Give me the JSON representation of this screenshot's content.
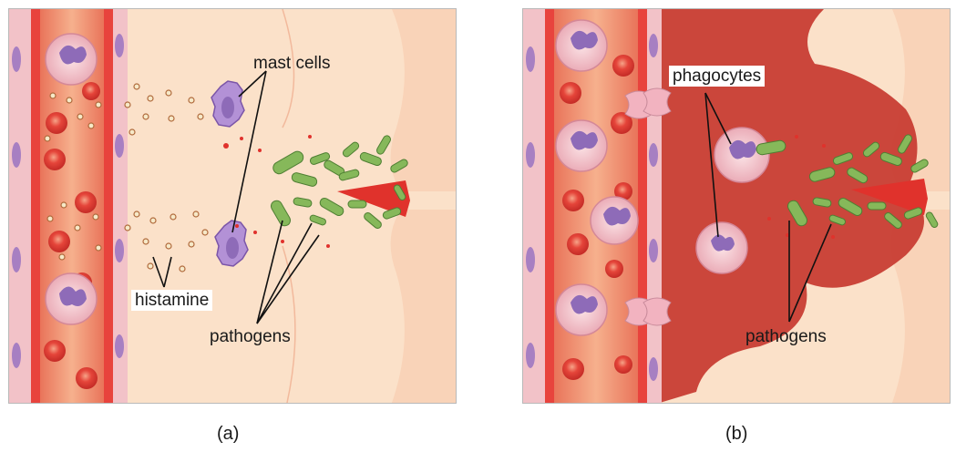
{
  "panel_a": {
    "labels": {
      "mast_cells": "mast cells",
      "histamine": "histamine",
      "pathogens": "pathogens"
    },
    "caption": "(a)"
  },
  "panel_b": {
    "labels": {
      "phagocytes": "phagocytes",
      "pathogens": "pathogens"
    },
    "caption": "(b)"
  },
  "colors": {
    "tissue": "#fbe1c9",
    "vessel_wall": "#e8433d",
    "vessel_lumen": "#f3a07a",
    "red_cell": "#e7352f",
    "white_cell": "#f4c3c9",
    "nucleus": "#8e6bb8",
    "pathogen": "#7fb05a",
    "histamine": "#b06a3c",
    "inflamed": "#c7382f"
  }
}
